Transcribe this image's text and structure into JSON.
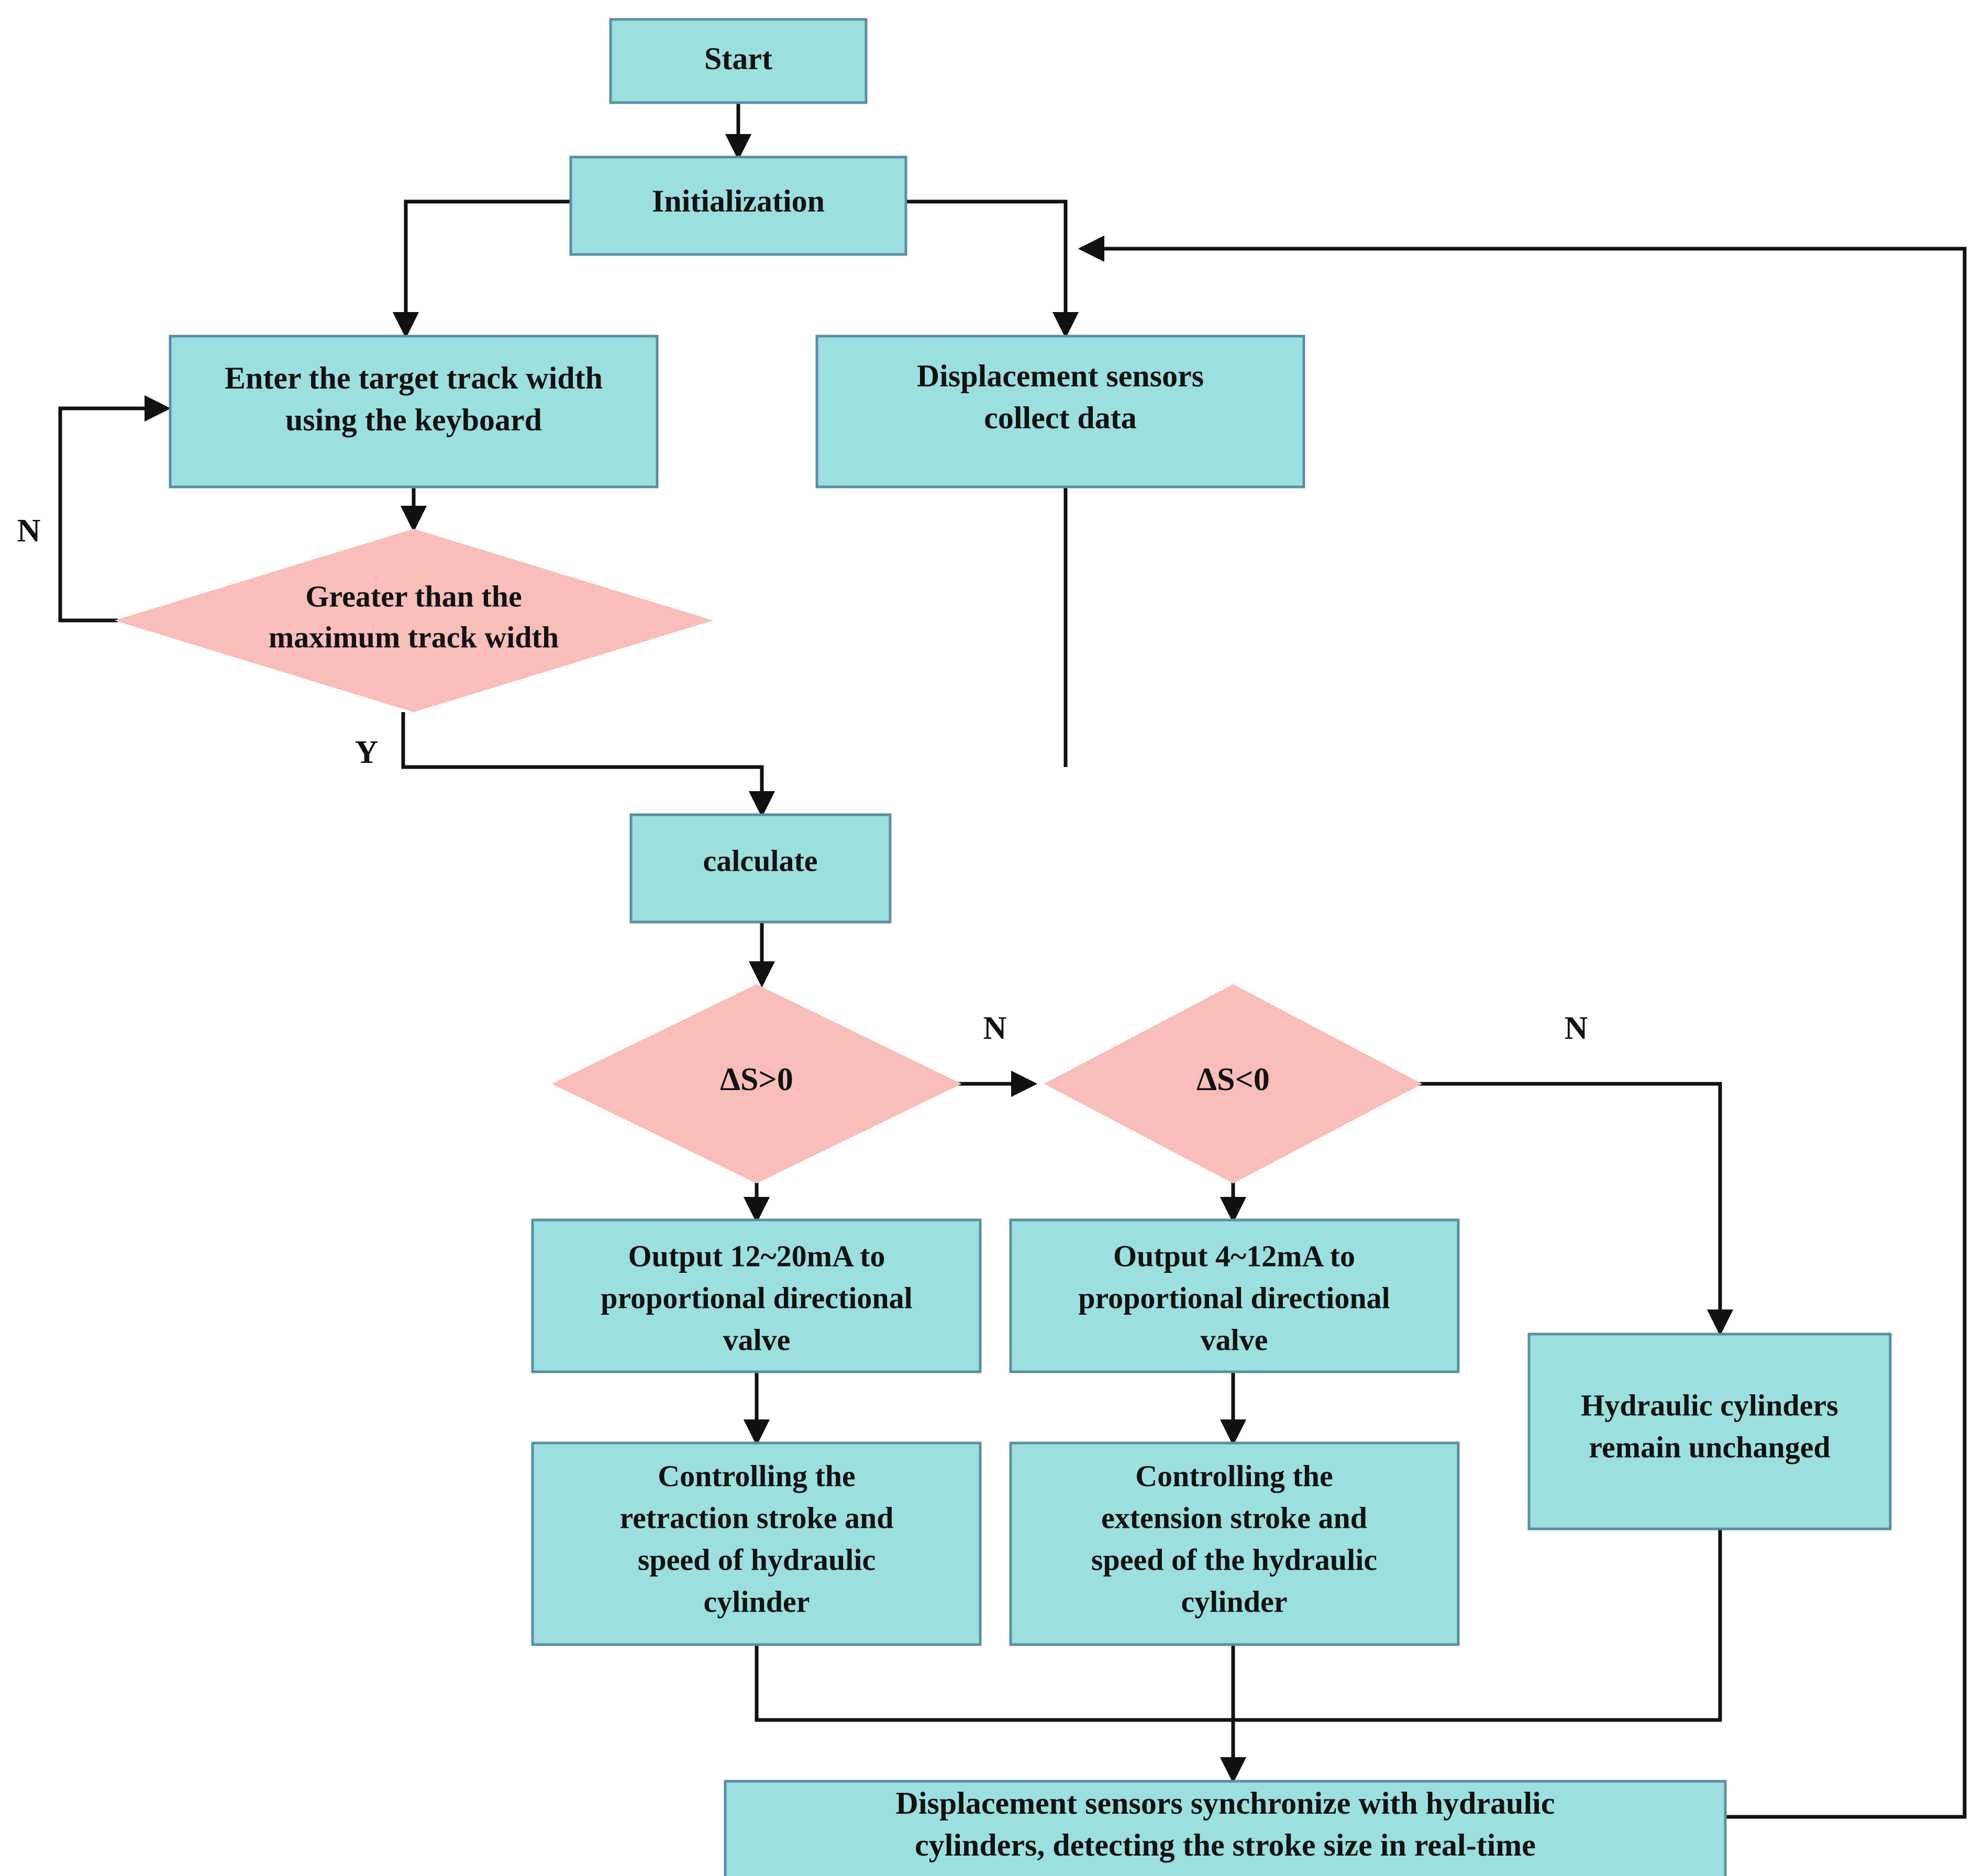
{
  "diagram": {
    "title": "Hydraulic track width control flowchart",
    "colors": {
      "process_fill": "#9CDFDF",
      "process_stroke": "#5A8EA4",
      "decision_fill": "#F9BEB9",
      "decision_stroke": "#F9BEB9",
      "edge": "#111111",
      "text": "#111111",
      "background": "#FFFFFF"
    },
    "nodes": [
      {
        "id": "start",
        "type": "process",
        "lines": [
          "Start"
        ]
      },
      {
        "id": "init",
        "type": "process",
        "lines": [
          "Initialization"
        ]
      },
      {
        "id": "enter_width",
        "type": "process",
        "lines": [
          "Enter the target track width",
          "using the keyboard"
        ]
      },
      {
        "id": "sensors",
        "type": "process",
        "lines": [
          "Displacement sensors",
          "collect data"
        ]
      },
      {
        "id": "gt_max",
        "type": "decision",
        "lines": [
          "Greater than the",
          "maximum track width"
        ]
      },
      {
        "id": "calculate",
        "type": "process",
        "lines": [
          "calculate"
        ]
      },
      {
        "id": "ds_gt0",
        "type": "decision",
        "lines": [
          "ΔS>0"
        ]
      },
      {
        "id": "ds_lt0",
        "type": "decision",
        "lines": [
          "ΔS<0"
        ]
      },
      {
        "id": "out_12_20",
        "type": "process",
        "lines": [
          "Output 12~20mA to",
          "proportional directional",
          "valve"
        ]
      },
      {
        "id": "out_4_12",
        "type": "process",
        "lines": [
          "Output 4~12mA to",
          "proportional directional",
          "valve"
        ]
      },
      {
        "id": "unchanged",
        "type": "process",
        "lines": [
          "Hydraulic cylinders",
          "remain unchanged"
        ]
      },
      {
        "id": "ctrl_retract",
        "type": "process",
        "lines": [
          "Controlling the",
          "retraction stroke and",
          "speed of hydraulic",
          "cylinder"
        ]
      },
      {
        "id": "ctrl_extend",
        "type": "process",
        "lines": [
          "Controlling the",
          "extension stroke and",
          "speed of the hydraulic",
          "cylinder"
        ]
      },
      {
        "id": "sync",
        "type": "process",
        "lines": [
          "Displacement sensors synchronize with hydraulic",
          "cylinders, detecting the stroke size in real-time"
        ]
      }
    ],
    "branch_labels": [
      {
        "id": "n_left",
        "text": "N"
      },
      {
        "id": "y_gt_max",
        "text": "Y"
      },
      {
        "id": "n_ds_gt0",
        "text": "N"
      },
      {
        "id": "n_ds_lt0",
        "text": "N"
      }
    ]
  }
}
